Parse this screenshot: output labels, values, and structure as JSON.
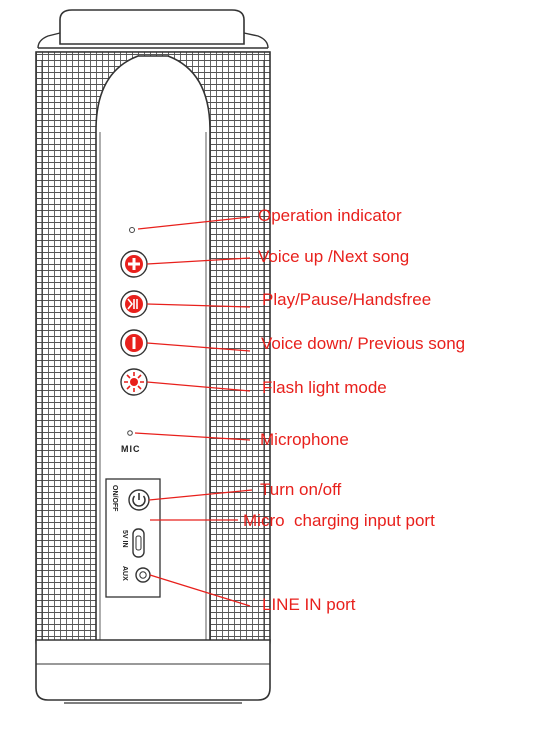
{
  "diagram": {
    "device_labels": {
      "mic": "MIC",
      "on_off": "ON/OFF",
      "five_v_in": "5V IN",
      "aux": "AUX"
    },
    "callouts": [
      {
        "id": "operation-indicator",
        "text": "Operation indicator"
      },
      {
        "id": "voice-up",
        "text": "Voice up /Next song"
      },
      {
        "id": "play-pause",
        "text": "Play/Pause/Handsfree"
      },
      {
        "id": "voice-down",
        "text": "Voice down/ Previous song"
      },
      {
        "id": "flash-light",
        "text": "Flash light mode"
      },
      {
        "id": "microphone",
        "text": "Microphone"
      },
      {
        "id": "turn-on-off",
        "text": "Turn on/off"
      },
      {
        "id": "micro-charging",
        "text": "Micro  charging input port"
      },
      {
        "id": "line-in",
        "text": "LINE IN port"
      }
    ],
    "colors": {
      "callout": "#e8201c",
      "button_fill": "#e8201c",
      "outline": "#333333"
    }
  }
}
